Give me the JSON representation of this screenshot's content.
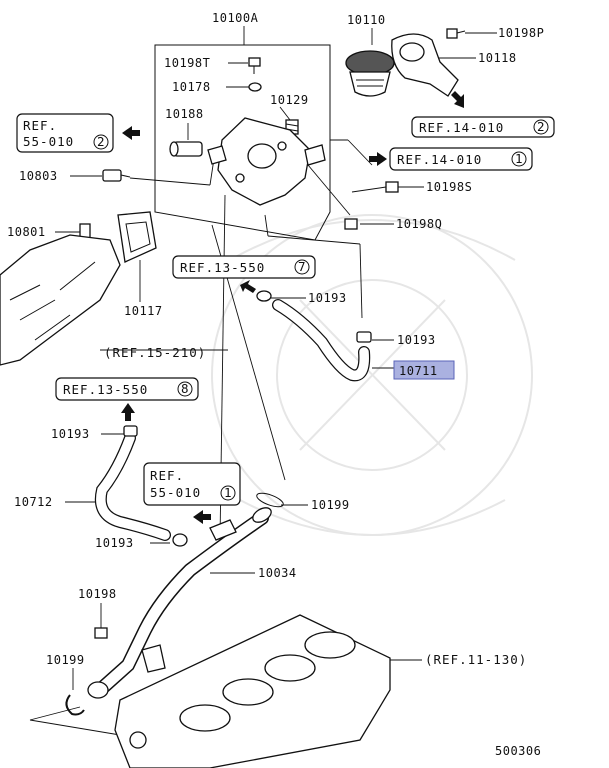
{
  "labels": {
    "l_10100A": "10100A",
    "l_10110": "10110",
    "l_10198P": "10198P",
    "l_10118": "10118",
    "l_10198T": "10198T",
    "l_10178": "10178",
    "l_10188": "10188",
    "l_10129": "10129",
    "l_10803": "10803",
    "l_10198S": "10198S",
    "l_10198Q": "10198Q",
    "l_10801": "10801",
    "l_10117": "10117",
    "l_10193a": "10193",
    "l_10193b": "10193",
    "l_10711": "10711",
    "l_10193c": "10193",
    "l_10712": "10712",
    "l_10199a": "10199",
    "l_10193d": "10193",
    "l_10034": "10034",
    "l_10198": "10198",
    "l_10199b": "10199"
  },
  "refs": {
    "ref_55_010_2": {
      "line1": "REF.",
      "line2": "55-010",
      "num": "2"
    },
    "ref_14_010_2": {
      "line1": "REF.14-010",
      "num": "2"
    },
    "ref_14_010_1": {
      "line1": "REF.14-010",
      "num": "1"
    },
    "ref_13_550_7": {
      "line1": "REF.13-550",
      "num": "7"
    },
    "ref_15_210": {
      "line1": "(REF.15-210)"
    },
    "ref_13_550_8": {
      "line1": "REF.13-550",
      "num": "8"
    },
    "ref_55_010_1": {
      "line1": "REF.",
      "line2": "55-010",
      "num": "1"
    },
    "ref_11_130": {
      "line1": "(REF.11-130)"
    }
  },
  "diagram_code": "500306",
  "colors": {
    "highlight": "#aab1e0",
    "ink": "#111111"
  }
}
